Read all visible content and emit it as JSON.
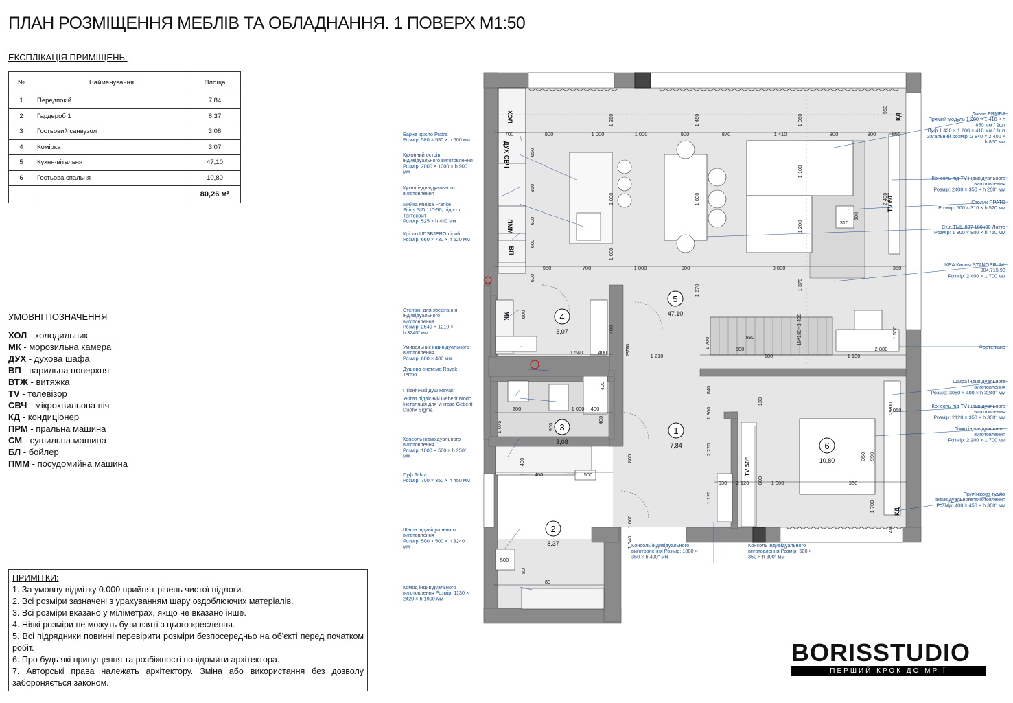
{
  "title": "ПЛАН РОЗМІЩЕННЯ МЕБЛІВ ТА ОБЛАДНАННЯ. 1 ПОВЕРХ М1:50",
  "explication": {
    "heading": "ЕКСПЛІКАЦІЯ ПРИМІЩЕНЬ:",
    "columns": [
      "№",
      "Найменування",
      "Площа"
    ],
    "rows": [
      {
        "n": "1",
        "name": "Передпокій",
        "area": "7,84"
      },
      {
        "n": "2",
        "name": "Гардероб 1",
        "area": "8,37"
      },
      {
        "n": "3",
        "name": "Гостьовий санвузол",
        "area": "3,08"
      },
      {
        "n": "4",
        "name": "Комірка",
        "area": "3,07"
      },
      {
        "n": "5",
        "name": "Кухня-вітальня",
        "area": "47,10"
      },
      {
        "n": "6",
        "name": "Гостьова спальня",
        "area": "10,80"
      }
    ],
    "total": "80,26 м²"
  },
  "legend": {
    "heading": "УМОВНІ ПОЗНАЧЕННЯ",
    "items": [
      {
        "abbr": "ХОЛ",
        "text": " - холодильник"
      },
      {
        "abbr": "МК",
        "text": " - морозильна камера"
      },
      {
        "abbr": "ДУХ",
        "text": " - духова шафа"
      },
      {
        "abbr": "ВП",
        "text": " - варильна поверхня"
      },
      {
        "abbr": "ВТЖ",
        "text": " - витяжка"
      },
      {
        "abbr": "TV",
        "text": " - телевізор"
      },
      {
        "abbr": "СВЧ",
        "text": " - мікрохвильова піч"
      },
      {
        "abbr": "КД",
        "text": " - кондиціонер"
      },
      {
        "abbr": "ПРМ",
        "text": " - пральна машина"
      },
      {
        "abbr": "СМ",
        "text": " - сушильна машина"
      },
      {
        "abbr": "БЛ",
        "text": " - бойлер"
      },
      {
        "abbr": "ПММ",
        "text": " - посудомийна машина"
      }
    ]
  },
  "notes": {
    "heading": "ПРИМІТКИ:",
    "items": [
      "1. За умовну відмітку 0.000 прийнят рівень чистої підлоги.",
      "2. Всі розміри зазначені з урахуванням шару оздоблюючих матеріалів.",
      "3. Всі розміри вказано у міліметрах, якщо не вказано інше.",
      "4. Ніякі розміри не можуть бути взяті з цього креслення.",
      "5. Всі підрядники повинні перевірити розміри безпосередньо на об'єкті перед початком робіт.",
      "6. Про будь які припущення та розбіжності повідомити архітектора.",
      "7. Авторські права належать архітектору. Зміна або використання без дозволу забороняється законом."
    ]
  },
  "brand": {
    "name": "BORISSTUDIO",
    "slogan": "ПЕРШИЙ КРОК ДО МРІЇ"
  },
  "plan": {
    "rooms": [
      {
        "num": "5",
        "area": "47,10"
      },
      {
        "num": "4",
        "area": "3,07"
      },
      {
        "num": "3",
        "area": "3,08"
      },
      {
        "num": "1",
        "area": "7,84"
      },
      {
        "num": "2",
        "area": "8,37"
      },
      {
        "num": "6",
        "area": "10,80"
      }
    ],
    "equip": [
      "ХОЛ",
      "ДУХ СВЧ",
      "ПММ",
      "ВП",
      "МК",
      "TV 60\"",
      "TV 50\"",
      "КД",
      "КД"
    ],
    "dims": [
      "700",
      "900",
      "1 000",
      "1 000",
      "900",
      "870",
      "1 410",
      "800",
      "800",
      "850",
      "1 360",
      "1 460",
      "1 060",
      "960",
      "650",
      "860",
      "600",
      "600",
      "2 000",
      "1 800",
      "1 100",
      "1 200",
      "2 400",
      "310",
      "500",
      "1 000",
      "950",
      "700",
      "1 000",
      "900",
      "3 880",
      "350",
      "600",
      "1 670",
      "1 370",
      "600",
      "2 210",
      "400",
      "1 540",
      "400",
      "1 210",
      "1 700",
      "880",
      "19*180=3 420",
      "280",
      "2 880",
      "1 130",
      "1 500",
      "200",
      "1 000",
      "400",
      "400",
      "400",
      "900",
      "1 075",
      "1 300",
      "800",
      "800",
      "840",
      "2 220",
      "130",
      "800",
      "1 120",
      "930",
      "2 120",
      "1 000",
      "350",
      "350",
      "990",
      "2 200",
      "3 050",
      "1 700",
      "450",
      "400",
      "500",
      "400",
      "1 540",
      "1 000",
      "500",
      "80",
      "80",
      "500",
      "1 130",
      "2 420",
      "250"
    ],
    "callouts_left": [
      "Барне крісло Pudra",
      "Розмір: 580 × 580 × h 600 мм",
      "Кухонний острів",
      "індивідуального виготовлення",
      "Розмір: 2000 × 1000 × h 900",
      "мм",
      "Кухня індивідуального",
      "виготовлення",
      "Мийка Мийка Franke",
      "Sirius SID 110-50, під стіл.",
      "Тектонайт",
      "Розмір: 525 × h 440 мм",
      "Крісло UDSBJERG сірий",
      "Розмір: 660 × 730 × h 520 мм",
      "Стелажі для зберігання",
      "індивідуального",
      "виготовлення",
      "Розмір: 2540 × 1210 ×",
      "h 3240\" мм",
      "Умивальник індивідуального",
      "виготовлення",
      "Розмір: 600 × 400 мм",
      "Душова система Ravak",
      "Termo",
      "Гігієнічний душ Ravak",
      "Унітаз підвісний Geberit Modo",
      "Інсталяція для унітаза Geberit",
      "Duofix Sigma",
      "Консоль індивідуального",
      "виготовлення",
      "Розмір: 1000 × 500 × h 250\"",
      "мм",
      "Пуф Tahta",
      "Розмір: 700 × 350 × h 450 мм",
      "Шафа індивідуального",
      "виготовлення",
      "Розмір: 500 × 500 × h 3240",
      "мм",
      "Комод індивідуального",
      "виготовлення Розмір: 1130 ×",
      "2420 × h 1900 мм"
    ],
    "callouts_right": [
      "Диван ERMES",
      "Прямий модуль 1 200 × 1 410 × h",
      "850 мм / 2шт",
      "Пуф 1 430 × 1 200 × 410 мм / 1шт",
      "Загальний розмір: 2 840 × 2 400 ×",
      "h 850 мм",
      "Консоль під TV індивідуального",
      "виготовлення",
      "Розмір: 2400 × 350 × h 200\" мм",
      "Столик ПРАТО",
      "Розмір: 500 × 310 × h 520 мм",
      "Стіл TML-897 180х90 Латте",
      "Розмір: 1 800 × 900 × h 760 мм",
      "IKEA Килим STANGERUM,",
      "304.715.98",
      "Розмір: 2 400 × 1 700 мм",
      "Фортепіано",
      "Шафа індивідуального",
      "виготовлення",
      "Розмір: 3050 × 400 × h 3240\" мм",
      "Консоль під TV індивідуального",
      "виготовлення",
      "Розмір: 2120 × 350 × h 300\" мм",
      "Ліжко індивідуального",
      "виготовлення",
      "Розмір: 2 200 × 1 700 мм",
      "Приліжкова тумба",
      "індивідуального виготовлення",
      "Розмір: 400 × 450 × h 300\" мм"
    ],
    "callouts_bottom": [
      "Консоль індивідуального",
      "виготовлення Розмір: 1000 ×",
      "350 × h 400\" мм",
      "Консоль індивідуального",
      "виготовлення Розмір: 500 ×",
      "350 × h 300\" мм"
    ]
  },
  "colors": {
    "wall": "#8a8a8a",
    "floor": "#e6e6e6",
    "callout": "#1f4f8a",
    "dim": "#222222"
  }
}
